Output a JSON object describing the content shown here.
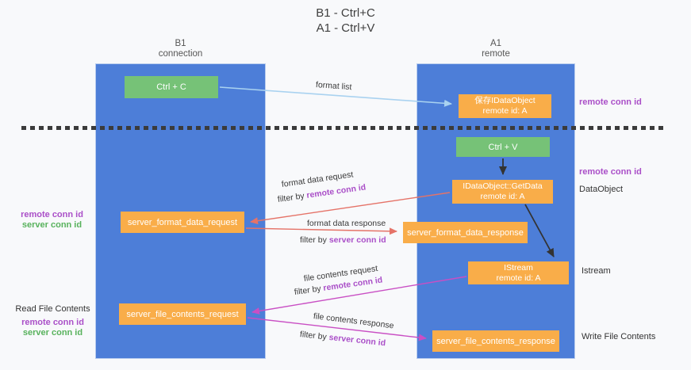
{
  "title": {
    "line1": "B1 - Ctrl+C",
    "line2": "A1 - Ctrl+V"
  },
  "lanes": {
    "b1": {
      "title": "B1",
      "subtitle": "connection"
    },
    "a1": {
      "title": "A1",
      "subtitle": "remote"
    }
  },
  "nodes": {
    "ctrl_c": {
      "label": "Ctrl + C"
    },
    "save_dataobject": {
      "line1": "保存IDataObject",
      "line2": "remote id: A"
    },
    "ctrl_v": {
      "label": "Ctrl + V"
    },
    "getdata": {
      "line1": "IDataObject::GetData",
      "line2": "remote id: A"
    },
    "server_format_data_request": {
      "label": "server_format_data_request"
    },
    "server_format_data_response": {
      "label": "server_format_data_response"
    },
    "istream": {
      "line1": "IStream",
      "line2": "remote id: A"
    },
    "server_file_contents_request": {
      "label": "server_file_contents_request"
    },
    "server_file_contents_response": {
      "label": "server_file_contents_response"
    }
  },
  "edge_labels": {
    "format_list": "format list",
    "format_data_request": "format data request",
    "format_data_response": "format data response",
    "file_contents_request": "file contents request",
    "file_contents_response": "file contents response",
    "filter_by": "filter by",
    "remote_conn_id": "remote conn id",
    "server_conn_id": "server conn id"
  },
  "side_labels": {
    "remote_conn_id": "remote conn id",
    "server_conn_id": "server conn id",
    "dataobject": "DataObject",
    "istream": "Istream",
    "read_file_contents": "Read File Contents",
    "write_file_contents": "Write File Contents"
  },
  "colors": {
    "lane_blue": "#4d7ed8",
    "node_orange": "#f9ad49",
    "node_green": "#76c277",
    "arrow_light_blue": "#a9d2f0",
    "arrow_red": "#e57368",
    "arrow_magenta": "#c94fc4",
    "arrow_black": "#333333",
    "text_purple": "#aa4fc8",
    "text_green": "#58b25c"
  }
}
